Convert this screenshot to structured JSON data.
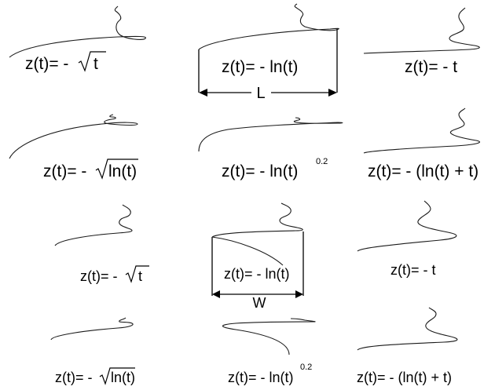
{
  "labels": {
    "r1c1": {
      "prefix": "z(t)= -",
      "radicand": "t"
    },
    "r1c2": {
      "text": "z(t)= - ln(t)"
    },
    "r1c3": {
      "text": "z(t)= - t"
    },
    "r2c1": {
      "prefix": "z(t)= -",
      "radicand": "ln(t)"
    },
    "r2c2": {
      "text": "z(t)= - ln(t)",
      "exponent": "0.2"
    },
    "r2c3": {
      "text": "z(t)= - (ln(t) + t)"
    },
    "r3c1": {
      "prefix": "z(t)= -",
      "radicand": "t"
    },
    "r3c2": {
      "text": "z(t)= - ln(t)"
    },
    "r3c3": {
      "text": "z(t)= - t"
    },
    "r4c1": {
      "prefix": "z(t)= -",
      "radicand": "ln(t)"
    },
    "r4c2": {
      "text": "z(t)= - ln(t)",
      "exponent": "0.2"
    },
    "r4c3": {
      "text": "z(t)= - (ln(t) + t)"
    }
  },
  "dimensions": {
    "length": "L",
    "width": "W"
  }
}
